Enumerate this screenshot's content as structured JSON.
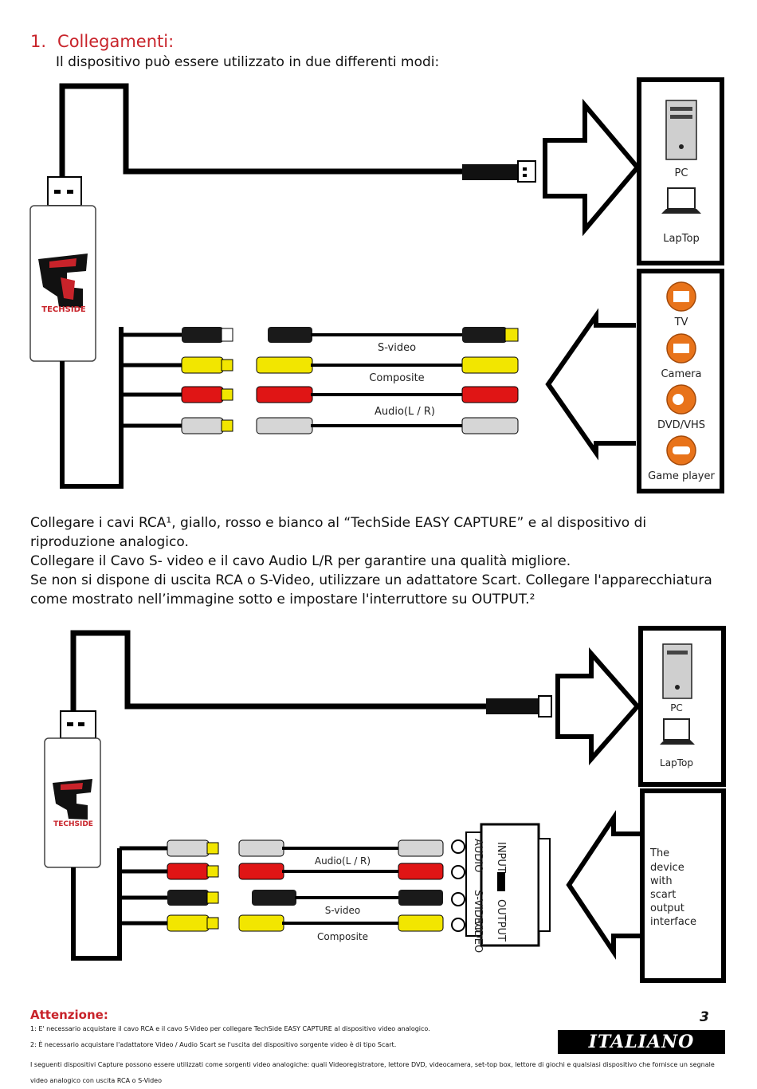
{
  "heading": {
    "number": "1.",
    "title": "Collegamenti:"
  },
  "intro": "Il dispositivo può essere utilizzato in due differenti modi:",
  "diagram1": {
    "brand": "TECHSIDE",
    "targets": [
      "PC",
      "LapTop"
    ],
    "cables": [
      "S-video",
      "Composite",
      "Audio(L / R)"
    ],
    "sources": [
      "TV",
      "Camera",
      "DVD/VHS",
      "Game player"
    ]
  },
  "paragraphs": [
    "Collegare i cavi RCA¹, giallo, rosso e bianco al “TechSide EASY CAPTURE” e al dispositivo di riproduzione analogico.",
    "Collegare il Cavo S- video e il cavo Audio L/R per garantire una qualità migliore.",
    "Se non si dispone di uscita RCA o S-Video, utilizzare un adattatore Scart. Collegare l'apparecchiatura come mostrato nell’immagine sotto e impostare l'interruttore su OUTPUT.²"
  ],
  "diagram2": {
    "brand": "TECHSIDE",
    "targets": [
      "PC",
      "LapTop"
    ],
    "cables": [
      "Audio(L / R)",
      "S-video",
      "Composite"
    ],
    "adapter": {
      "input": "INPUT",
      "output": "OUTPUT",
      "audio": "AUDIO",
      "svideo": "S-VIDEO",
      "video": "VIDEO"
    },
    "source_lines": [
      "The",
      "device",
      "with",
      "scart",
      "output",
      "interface"
    ]
  },
  "attention": "Attenzione:",
  "footnotes": [
    "1: E' necessario acquistare il cavo RCA e il cavo S-Video per collegare TechSide EASY CAPTURE al dispositivo video analogico.",
    "2: È necessario acquistare l'adattatore Video / Audio Scart se l'uscita del dispositivo sorgente video è di tipo Scart.",
    "I seguenti dispositivi Capture possono essere utilizzati come sorgenti video analogiche: quali Videoregistratore, lettore DVD, videocamera, set-top box, lettore di giochi e qualsiasi dispositivo che fornisce un segnale video analogico con uscita RCA o S-Video"
  ],
  "page_number": "3",
  "language": "ITALIANO",
  "colors": {
    "heading": "#c8232a",
    "rca_yellow": "#f2e600",
    "rca_red": "#e01515",
    "rca_white": "#d6d6d6",
    "svideo_black": "#1a1a1a",
    "source_orange": "#e8731a"
  }
}
